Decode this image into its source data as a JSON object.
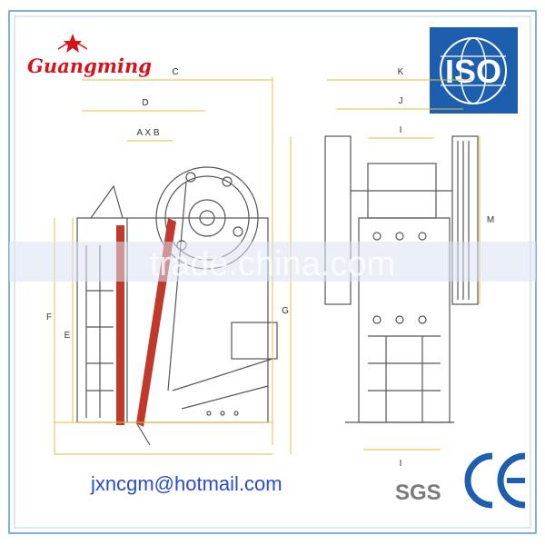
{
  "brand": {
    "name": "Guangming"
  },
  "watermark": {
    "text": "trade.china.com"
  },
  "contact": {
    "email": "jxncgm@hotmail.com"
  },
  "badges": {
    "iso": "ISO",
    "sgs": "SGS",
    "ce": "CE"
  },
  "side_view": {
    "dimensions": {
      "c": "C",
      "d": "D",
      "axb": "A X B",
      "f": "F",
      "e": "E",
      "g": "G"
    }
  },
  "front_view": {
    "dimensions": {
      "k": "K",
      "j": "J",
      "i": "I",
      "m": "M",
      "i_bottom": "I"
    }
  },
  "colors": {
    "frame_border": "#7fb2dc",
    "brand_red": "#d8121b",
    "iso_blue": "#1d5fae",
    "email_blue": "#2a4ccc",
    "jaw_red": "#c0392b",
    "dimension_yellow": "#e3c23a",
    "line_gray": "#555555"
  }
}
